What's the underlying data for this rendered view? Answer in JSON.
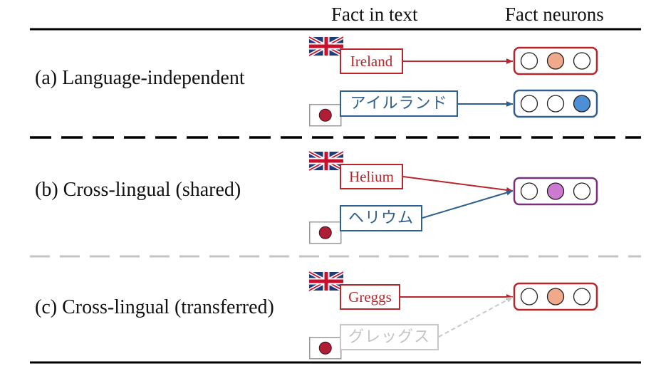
{
  "headers": {
    "fact_in_text": "Fact in text",
    "fact_neurons": "Fact neurons"
  },
  "sections": [
    {
      "label": "(a) Language-independent",
      "en_word": "Ireland",
      "ja_word": "アイルランド",
      "en_neurons": [
        false,
        true,
        false
      ],
      "ja_neurons": [
        false,
        false,
        true
      ],
      "neuron_fill": "#f0a98a"
    },
    {
      "label": "(b) Cross-lingual (shared)",
      "en_word": "Helium",
      "ja_word": "ヘリウム",
      "neurons": [
        false,
        true,
        false
      ],
      "neuron_fill": "#cc7ad0"
    },
    {
      "label": "(c) Cross-lingual (transferred)",
      "en_word": "Greggs",
      "ja_word": "グレッグス",
      "neurons": [
        false,
        true,
        false
      ],
      "neuron_fill": "#f0a98a"
    }
  ],
  "colors": {
    "english": "#b8262b",
    "japanese": "#2e5f8e",
    "shared": "#7a2f7f",
    "faded": "#c8c8c8",
    "blue_neuron": "#4d8fd6",
    "flag_red": "#b01e36"
  },
  "icons": {
    "english_flag": "uk-flag-icon",
    "japanese_flag": "japan-flag-icon"
  }
}
